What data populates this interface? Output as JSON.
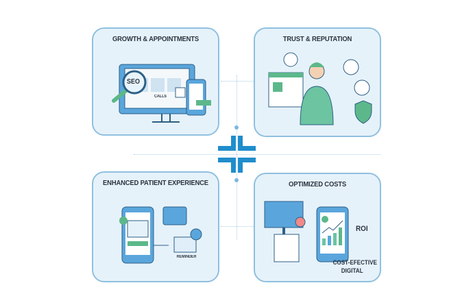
{
  "panels": {
    "growth": {
      "title": "GROWTH & APPOINTMENTS",
      "seo": "SEO",
      "calls": "CALLS"
    },
    "trust": {
      "title": "TRUST & REPUTATION"
    },
    "experience": {
      "title": "ENHANCED PATIENT EXPERIENCE",
      "reminder": "REMINDER"
    },
    "costs": {
      "title": "OPTIMIZED COSTS",
      "roi": "ROI",
      "cost_effective": "COST-EFECTIVE",
      "digital": "DIGITAL"
    }
  },
  "colors": {
    "accent": "#1f8dcb",
    "panel_bg": "#e6f2fa",
    "border": "#8fc0df",
    "green": "#5cb88a"
  }
}
